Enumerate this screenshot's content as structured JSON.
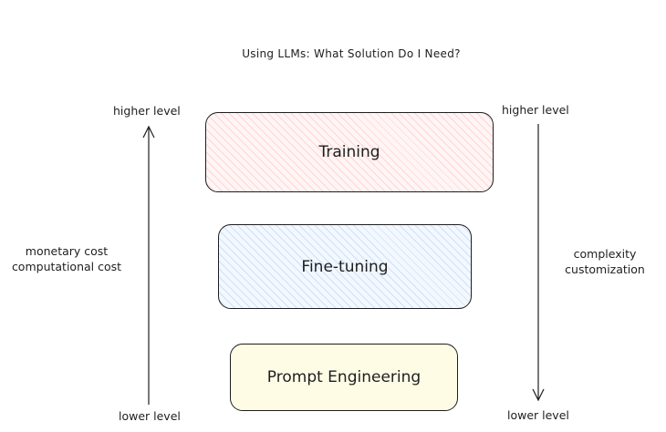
{
  "title": "Using LLMs: What Solution Do I Need?",
  "boxes": {
    "training": "Training",
    "finetuning": "Fine-tuning",
    "prompt": "Prompt Engineering"
  },
  "left_axis": {
    "top_label": "higher level",
    "bottom_label": "lower level",
    "labels": [
      "monetary cost",
      "computational cost"
    ]
  },
  "right_axis": {
    "top_label": "higher level",
    "bottom_label": "lower level",
    "labels": [
      "complexity",
      "customization"
    ]
  },
  "colors": {
    "training_fill": "#fff5f5",
    "finetuning_fill": "#f3f8ff",
    "prompt_fill": "#fffce6",
    "stroke": "#1e1e1e"
  }
}
